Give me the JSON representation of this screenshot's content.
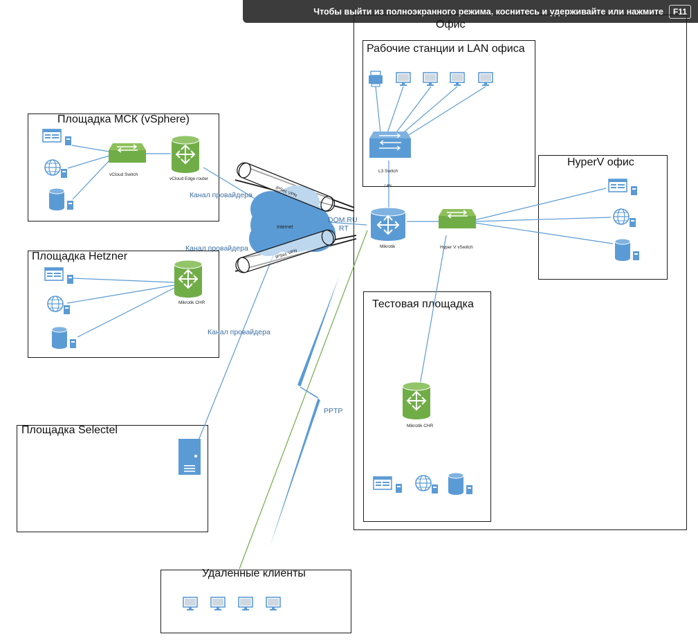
{
  "banner": {
    "text": "Чтобы выйти из полноэкранного режима, коснитесь и удерживайте или нажмите",
    "key": "F11"
  },
  "boxes": {
    "office": "Офис",
    "workstations": "Рабочие станции и LAN офиса",
    "hyperv": "HyperV офис",
    "test": "Тестовая площадка",
    "msk": "Площадка МСК (vSphere)",
    "hetzner": "Площадка Hetzner",
    "selectel": "Площадка Selectel",
    "remote": "Удаленные клиенты"
  },
  "devices": {
    "l3switch": "L3 Switch",
    "lan": "LAN",
    "mikrotik": "Mikrotik",
    "hyperv_vswitch": "Hyper V vSwitch",
    "mikrotik_chr_test": "Mikrotik CHR",
    "vcloud_switch": "vCloud Switch",
    "vcloud_edge": "vCloud Edge router",
    "mikrotik_chr_hetzner": "Mikrotik CHR",
    "internet": "Internet"
  },
  "links": {
    "provider1": "Канал провайдера",
    "provider2": "Канал провайдера",
    "provider3": "Канал провайдера",
    "ipsec1": "IPSec VPN",
    "ipsec2": "IPSec VPN",
    "isp_line1": "DOM.RU",
    "isp_line2": "RT",
    "pptp": "PPTP"
  },
  "colors": {
    "accent_blue": "#5b9bd5",
    "router_green": "#70ad47",
    "label_blue": "#3d6fa3"
  }
}
